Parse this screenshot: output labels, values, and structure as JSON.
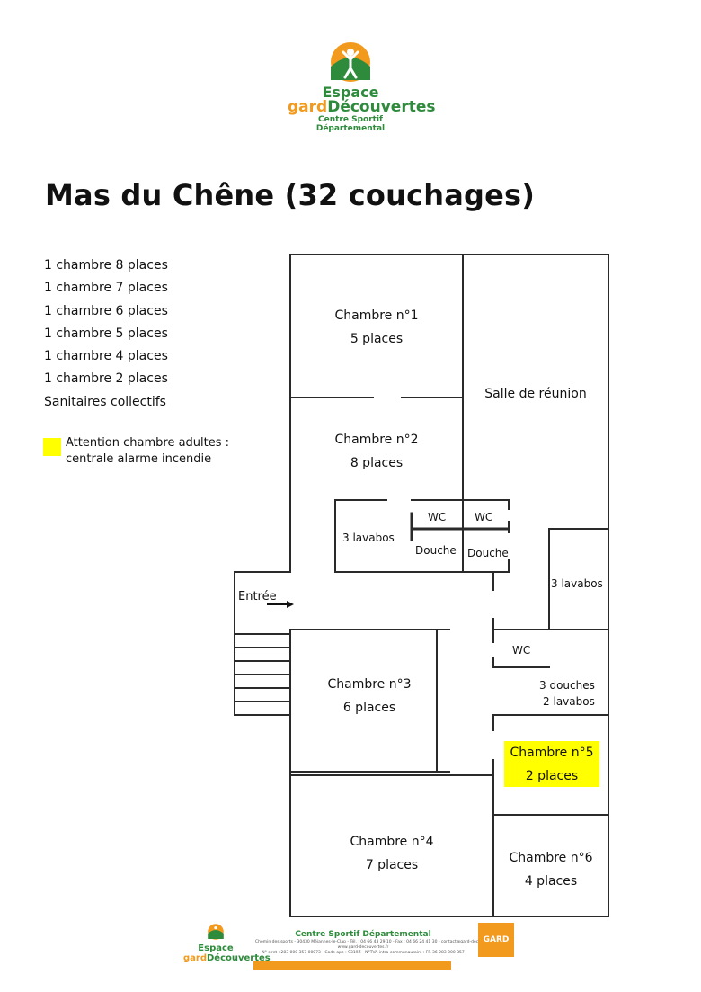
{
  "header": {
    "brand_espace": "Espace",
    "brand_gard": "gard",
    "brand_decouvertes": "Découvertes",
    "brand_subtitle": "Centre Sportif Départemental"
  },
  "title": "Mas du Chêne (32 couchages)",
  "legend": [
    "1 chambre 8 places",
    "1 chambre 7 places",
    "1 chambre 6 places",
    "1 chambre 5 places",
    "1 chambre 4 places",
    "1 chambre 2 places",
    "Sanitaires collectifs"
  ],
  "note": {
    "line1": "Attention chambre adultes :",
    "line2": "centrale alarme incendie",
    "color": "#ffff00"
  },
  "plan": {
    "room1": {
      "name": "Chambre n°1",
      "places": "5 places"
    },
    "room2": {
      "name": "Chambre n°2",
      "places": "8 places"
    },
    "room3": {
      "name": "Chambre n°3",
      "places": "6 places"
    },
    "room4": {
      "name": "Chambre n°4",
      "places": "7 places"
    },
    "room5": {
      "name": "Chambre n°5",
      "places": "2 places"
    },
    "room6": {
      "name": "Chambre n°6",
      "places": "4 places"
    },
    "meeting": "Salle de réunion",
    "lavabos_left": "3 lavabos",
    "lavabos_right": "3 lavabos",
    "wc1": "WC",
    "wc2": "WC",
    "wc3": "WC",
    "douche1": "Douche",
    "douche2": "Douche",
    "douches_line1": "3 douches",
    "douches_line2": "2 lavabos",
    "entrance": "Entrée"
  },
  "footer": {
    "brand_espace": "Espace",
    "brand_gard": "gard",
    "brand_decouvertes": "Découvertes",
    "title": "Centre Sportif Départemental",
    "line1": "Chemin des sports - 30430 Méjannes-le-Clap - Tél. : 04 66 43 29 10 - Fax : 04 66 24 41 30 - contact@gard-decouvertes.fr",
    "line2": "www.gard-decouvertes.fr",
    "line3": "N° siret : 283 000 357 00073 - Code ape : 9319Z - N°TVA intra-communautaire : FR 36 283 000 357",
    "gard_logo": "GARD"
  },
  "colors": {
    "brand_green": "#2e8b3c",
    "brand_orange": "#f29a1e",
    "highlight": "#ffff00"
  }
}
